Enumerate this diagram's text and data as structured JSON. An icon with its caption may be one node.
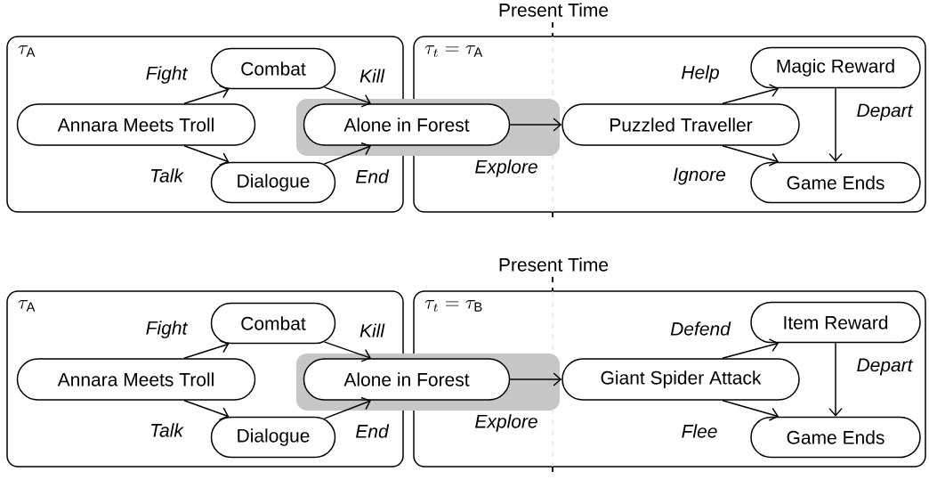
{
  "diagram": {
    "nodes": [
      {
        "text": [
          "\\tau_{\\mathrm{A}}"
        ]
      },
      {
        "text": [
          "\\tau_t = \\tau_{\\mathrm{A}}"
        ]
      },
      {
        "text": [
          "Annara Meets Troll"
        ],
        "in": 0
      },
      {
        "text": [
          "Combat"
        ],
        "in": 0
      },
      {
        "text": [
          "Dialogue"
        ],
        "in": 0
      },
      {
        "text": [
          "Alone in Forest"
        ]
      },
      {
        "text": [
          "Puzzled Traveller"
        ],
        "in": 1
      },
      {
        "text": [
          "Magic Reward"
        ],
        "in": 1
      },
      {
        "text": [
          "Game Ends"
        ],
        "in": 1
      },
      {
        "text": [
          "\\tau_{\\mathrm{A}}"
        ]
      },
      {
        "text": [
          "\\tau_t = \\tau_{\\mathrm{B}}"
        ]
      },
      {
        "text": [
          "Annara Meets Troll"
        ],
        "in": 9
      },
      {
        "text": [
          "Combat"
        ],
        "in": 9
      },
      {
        "text": [
          "Dialogue"
        ],
        "in": 9
      },
      {
        "text": [
          "Alone in Forest"
        ]
      },
      {
        "text": [
          "Giant Spider Attack"
        ],
        "in": 10
      },
      {
        "text": [
          "Item Reward"
        ],
        "in": 10
      },
      {
        "text": [
          "Game Ends"
        ],
        "in": 10
      }
    ],
    "edges": [
      {
        "from": 2,
        "to": 3,
        "arrow": "to",
        "label": "Fight"
      },
      {
        "from": 2,
        "to": 4,
        "arrow": "to",
        "label": "Talk"
      },
      {
        "from": 3,
        "to": 5,
        "arrow": "to",
        "label": "Kill"
      },
      {
        "from": 4,
        "to": 5,
        "arrow": "to",
        "label": "End"
      },
      {
        "from": 5,
        "to": 6,
        "arrow": "to",
        "label": "Explore"
      },
      {
        "from": 6,
        "to": 7,
        "arrow": "to",
        "label": "Help"
      },
      {
        "from": 6,
        "to": 8,
        "arrow": "to",
        "label": "Ignore"
      },
      {
        "from": 7,
        "to": 8,
        "arrow": "to",
        "label": "Depart"
      },
      {
        "from": 11,
        "to": 12,
        "arrow": "to",
        "label": "Fight"
      },
      {
        "from": 11,
        "to": 13,
        "arrow": "to",
        "label": "Talk"
      },
      {
        "from": 12,
        "to": 14,
        "arrow": "to",
        "label": "Kill"
      },
      {
        "from": 13,
        "to": 14,
        "arrow": "to",
        "label": "End"
      },
      {
        "from": 14,
        "to": 15,
        "arrow": "to",
        "label": "Explore"
      },
      {
        "from": 15,
        "to": 16,
        "arrow": "to",
        "label": "Defend"
      },
      {
        "from": 15,
        "to": 17,
        "arrow": "to",
        "label": "Flee"
      },
      {
        "from": 16,
        "to": 17,
        "arrow": "to",
        "label": "Depart"
      }
    ],
    "labels": [
      "Present Time",
      "Present Time"
    ]
  }
}
